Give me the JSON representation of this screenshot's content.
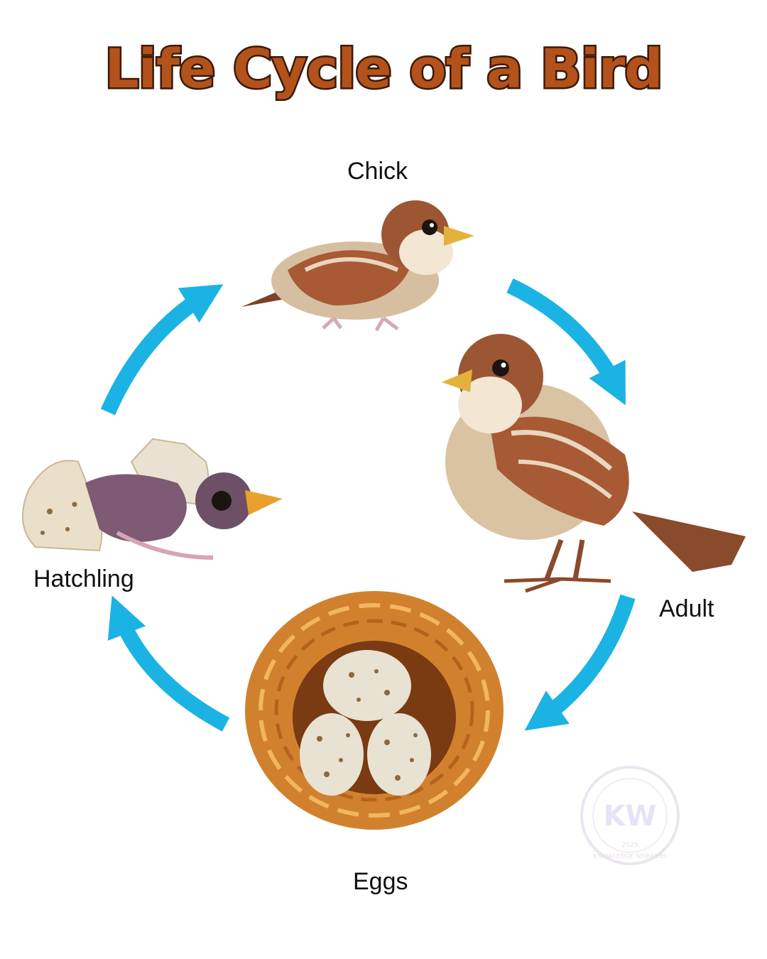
{
  "diagram": {
    "title": "Life Cycle of a Bird",
    "stages": {
      "chick": "Chick",
      "adult": "Adult",
      "eggs": "Eggs",
      "hatchling": "Hatchling"
    },
    "cycle_order": [
      "Chick",
      "Adult",
      "Eggs",
      "Hatchling"
    ],
    "arrow_color": "#1bb3e3",
    "title_color": "#b3521a",
    "watermark": {
      "text": "KNOWLEDGE WORKERS",
      "monogram": "KW",
      "year": "2025"
    }
  }
}
